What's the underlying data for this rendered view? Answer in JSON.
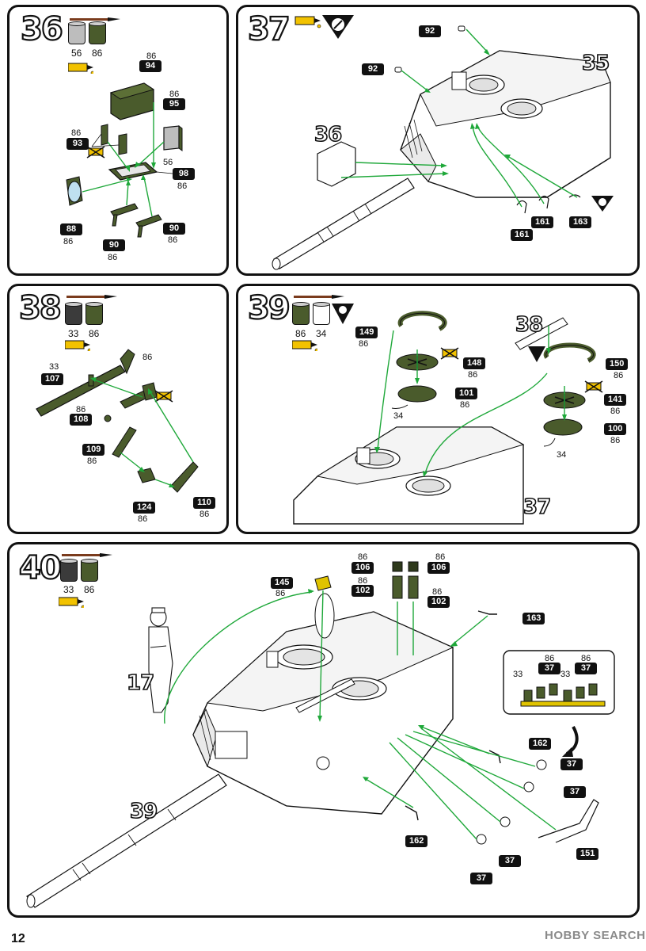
{
  "page_number": "12",
  "watermark": "HOBBY SEARCH",
  "steps": {
    "s36": {
      "number": "36",
      "paints": [
        "56",
        "86"
      ],
      "parts": {
        "p94_color": "86",
        "p94": "94",
        "p95_color": "86",
        "p95": "95",
        "p95_sub": "56",
        "p93_color": "86",
        "p93": "93",
        "p98": "98",
        "p98_color": "86",
        "p88": "88",
        "p88_color": "86",
        "p90a": "90",
        "p90a_color": "86",
        "p90b": "90",
        "p90b_color": "86"
      }
    },
    "s37": {
      "number": "37",
      "parts": {
        "p92a": "92",
        "p92b": "92",
        "ref35": "35",
        "ref36": "36",
        "p161a": "161",
        "p161b": "161",
        "p163": "163"
      }
    },
    "s38": {
      "number": "38",
      "paints": [
        "33",
        "86"
      ],
      "parts": {
        "p107_color": "33",
        "p107": "107",
        "p107_end": "86",
        "p108_color": "86",
        "p108": "108",
        "p109": "109",
        "p109_color": "86",
        "p124": "124",
        "p124_color": "86",
        "p110": "110",
        "p110_color": "86"
      }
    },
    "s39": {
      "number": "39",
      "paints": [
        "86",
        "34"
      ],
      "parts": {
        "p149": "149",
        "p149_color": "86",
        "p148": "148",
        "p148_color": "86",
        "p101": "101",
        "p101_color": "86",
        "p101_sub": "34",
        "ref38": "38",
        "p150": "150",
        "p150_color": "86",
        "p141": "141",
        "p141_color": "86",
        "p100": "100",
        "p100_color": "86",
        "p100_sub": "34",
        "ref37": "37"
      }
    },
    "s40": {
      "number": "40",
      "paints": [
        "33",
        "86"
      ],
      "parts": {
        "p106a_color": "86",
        "p106a": "106",
        "p106b_color": "86",
        "p106b": "106",
        "p102a_color": "86",
        "p102a": "102",
        "p102b_color": "86",
        "p102b": "102",
        "p145": "145",
        "p145_color": "86",
        "p163": "163",
        "ref17": "17",
        "ref39": "39",
        "inset_color_a": "86",
        "inset_color_b": "86",
        "inset_p37a": "37",
        "inset_p37b": "37",
        "inset_sub_a": "33",
        "inset_sub_b": "33",
        "p162a": "162",
        "p162b": "162",
        "p37a": "37",
        "p37b": "37",
        "p37c": "37",
        "p37d": "37",
        "p151": "151"
      }
    }
  },
  "colors": {
    "olive": "#4a5b2c",
    "olive_dark": "#3b4a22",
    "arrow_green": "#1fa83a",
    "glue_yellow": "#f2c200"
  }
}
